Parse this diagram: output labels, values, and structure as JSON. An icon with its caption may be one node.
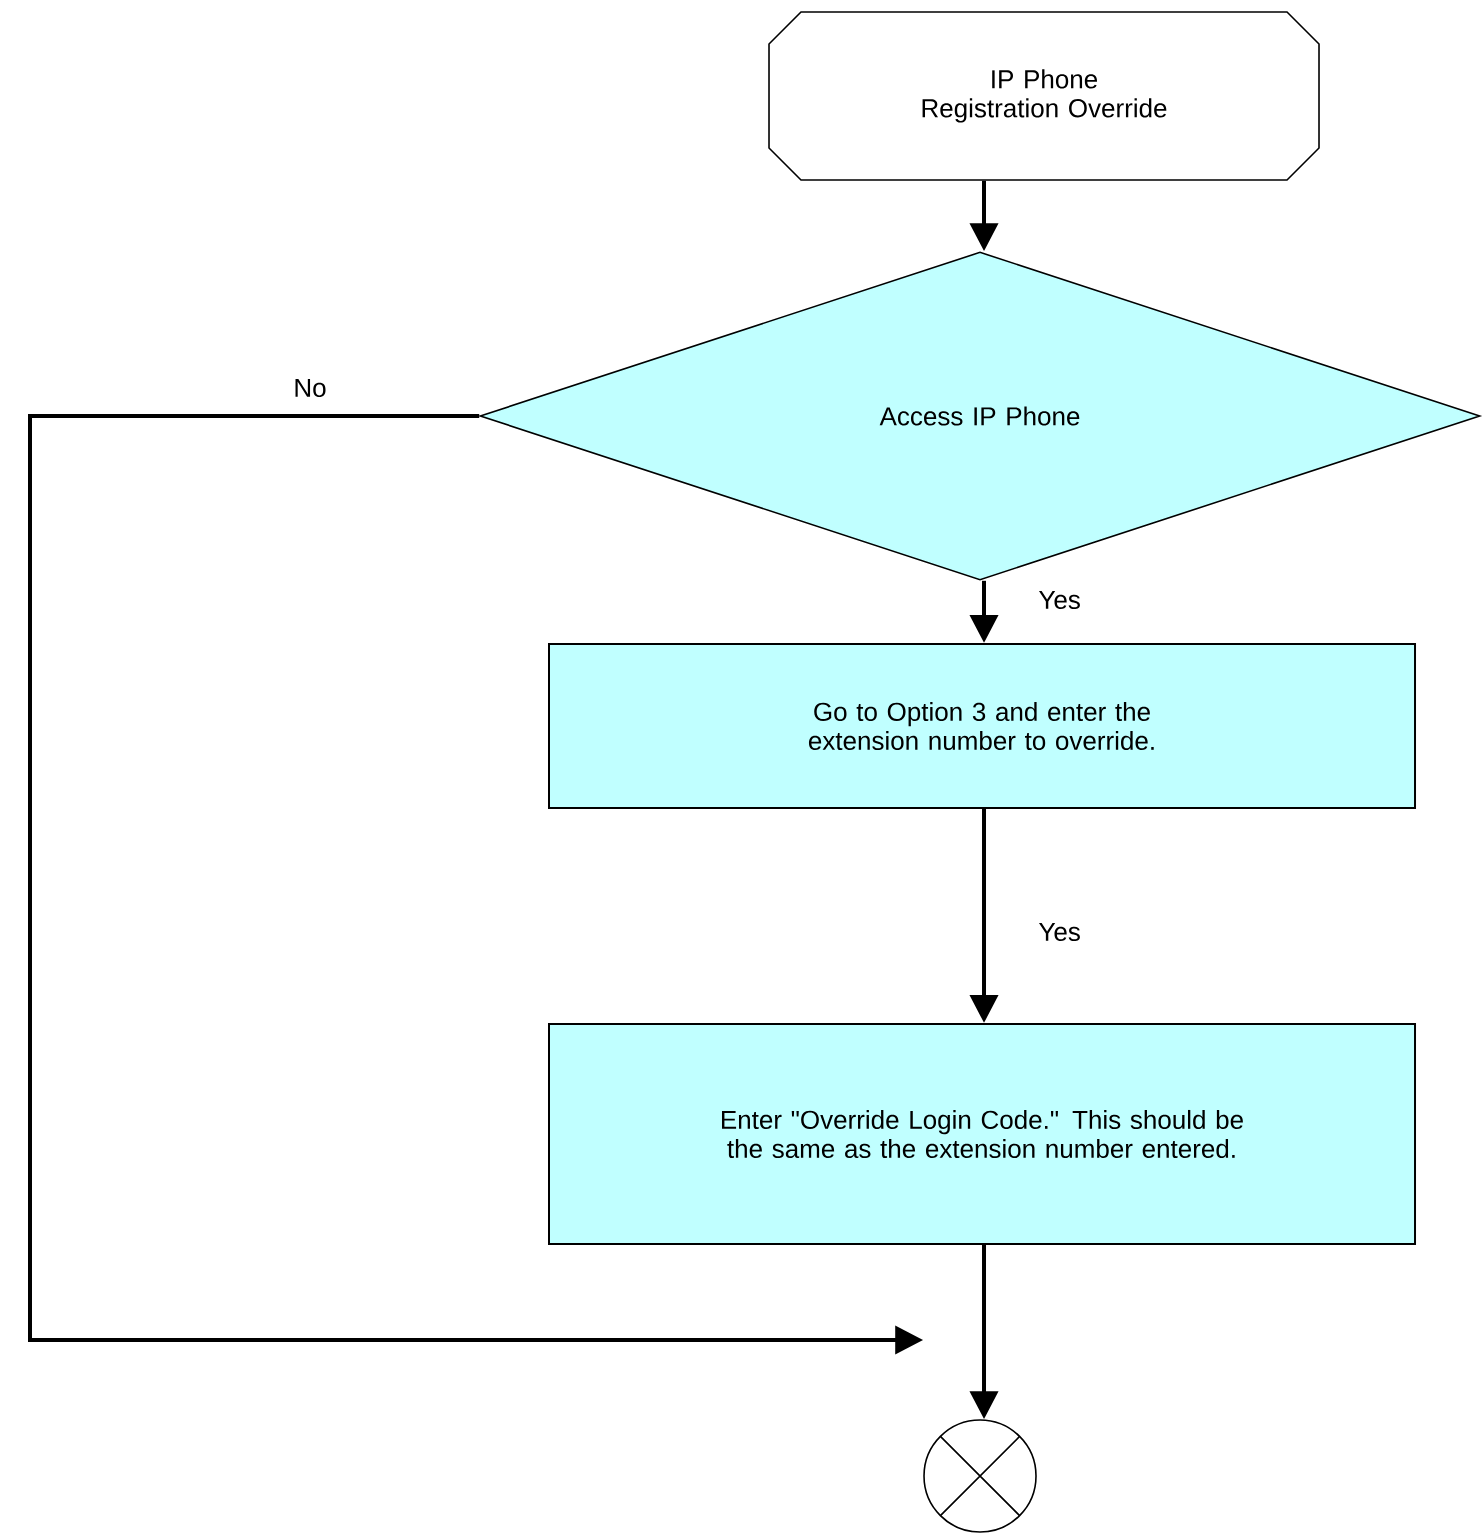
{
  "diagram": {
    "nodes": [
      {
        "text": [
          "IP Phone Registration Override"
        ]
      },
      {
        "text": [
          "Access IP Phone"
        ]
      },
      {
        "text": [
          "Go to Option 3 and enter the extension number to override."
        ]
      },
      {
        "text": [
          "Enter \"Override Login Code.\"  This should be the same as the extension number entered."
        ]
      },
      {
        "text": [],
        "shape": "circle"
      }
    ],
    "edges": [
      {
        "from": 0,
        "to": 1,
        "arrow": "to"
      },
      {
        "from": 1,
        "to": 2,
        "arrow": "to",
        "label": "Yes"
      },
      {
        "from": 2,
        "to": 3,
        "arrow": "to",
        "label": "Yes"
      },
      {
        "from": 3,
        "to": 4,
        "arrow": "to"
      },
      {
        "from": 1,
        "to": 4,
        "arrow": "to",
        "label": "No"
      }
    ]
  }
}
